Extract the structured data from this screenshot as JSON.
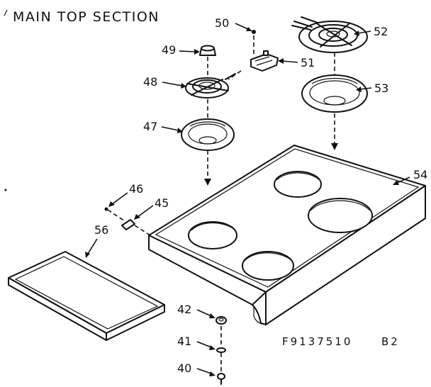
{
  "title": "MAIN TOP SECTION",
  "drawing_code": "F9137510",
  "revision": "B2",
  "parts": [
    {
      "number": "40"
    },
    {
      "number": "41"
    },
    {
      "number": "42"
    },
    {
      "number": "45"
    },
    {
      "number": "46"
    },
    {
      "number": "47"
    },
    {
      "number": "48"
    },
    {
      "number": "49"
    },
    {
      "number": "50"
    },
    {
      "number": "51"
    },
    {
      "number": "52"
    },
    {
      "number": "53"
    },
    {
      "number": "54"
    },
    {
      "number": "56"
    }
  ]
}
